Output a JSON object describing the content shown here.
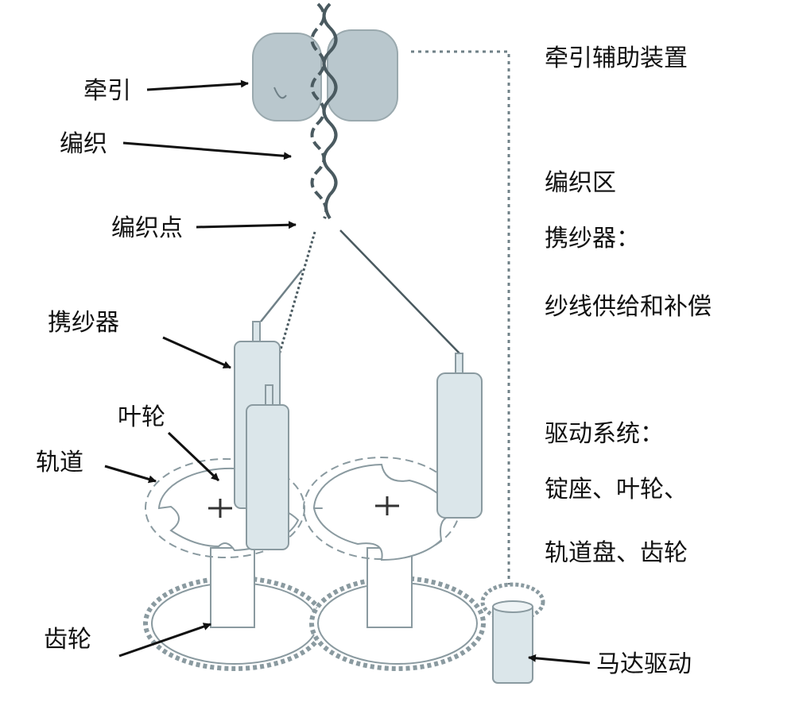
{
  "left_labels": {
    "traction": "牵引",
    "braiding": "编织",
    "braiding_point": "编织点",
    "carrier": "携纱器",
    "impeller": "叶轮",
    "track": "轨道",
    "gear": "齿轮"
  },
  "right_labels": {
    "traction_aux": "牵引辅助装置",
    "braiding_zone": "编织区",
    "carrier_title": "携纱器：",
    "carrier_desc": "纱线供给和补偿",
    "drive_title": "驱动系统：",
    "drive_desc1": "锭座、叶轮、",
    "drive_desc2": "轨道盘、齿轮",
    "motor": "马达驱动"
  },
  "colors": {
    "cylinder": "#dbe6ea",
    "roller": "#b9c7cd",
    "outline": "#8a9aa0",
    "text": "#111111"
  }
}
